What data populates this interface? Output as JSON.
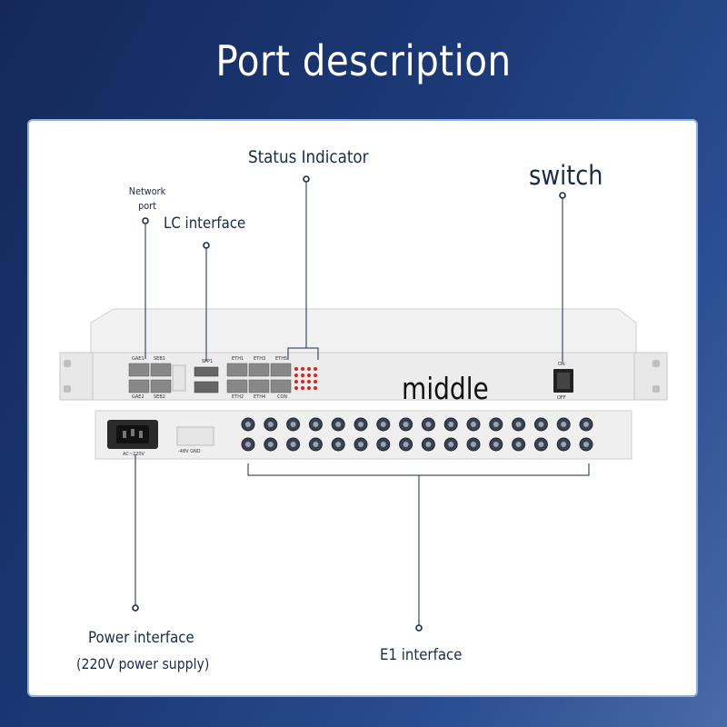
{
  "title": "Port description",
  "labels": {
    "status_indicator": "Status Indicator",
    "switch": "switch",
    "network_port": "Network port",
    "lc_interface": "LC interface",
    "middle": "middle",
    "power_interface": "Power interface",
    "power_supply": "(220V power supply)",
    "e1_interface": "E1 interface"
  },
  "device_marks": {
    "gae1": "GAE1",
    "seb1": "SEB1",
    "gae2": "GAE2",
    "seb2": "SEB2",
    "sfp1": "SFP1",
    "eth1": "ETH1",
    "eth3": "ETH3",
    "eth5": "ETH5",
    "eth2": "ETH2",
    "eth4": "ETH4",
    "con": "CON",
    "on": "ON",
    "off": "OFF",
    "ac": "AC~220V",
    "dc": "-48V GND"
  },
  "colors": {
    "card_border": "#8fb0d8",
    "leader_line": "#1a2a4a",
    "led": "#e02020"
  }
}
